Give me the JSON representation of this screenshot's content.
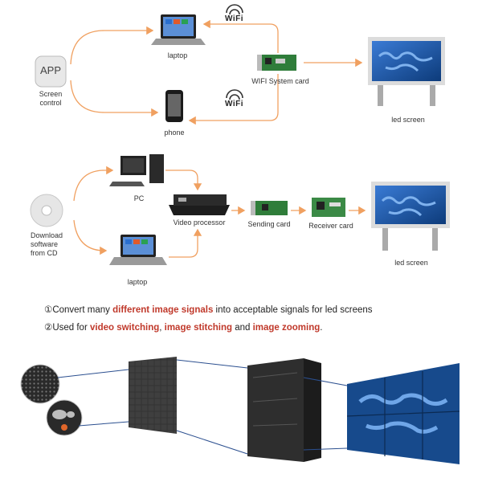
{
  "top_flow": {
    "app_icon_text": "APP",
    "screen_control": [
      "Screen",
      "control"
    ],
    "laptop": "laptop",
    "phone": "phone",
    "wifi_top": "WiFi",
    "wifi_bottom": "WiFi",
    "wifi_card": "WIFI System card",
    "led_screen": "led screen"
  },
  "middle_flow": {
    "download": [
      "Download",
      "software",
      "from CD"
    ],
    "pc": "PC",
    "laptop": "laptop",
    "video_processor": "Video processor",
    "sending_card": "Sending card",
    "receiver_card": "Receiver card",
    "led_screen": "led screen"
  },
  "notes": {
    "line1": {
      "marker": "①",
      "pre": "Convert many ",
      "highlight": "different image signals",
      "post": " into acceptable signals for led screens"
    },
    "line2": {
      "marker": "②",
      "pre": "Used for ",
      "h1": "video switching",
      "mid1": ", ",
      "h2": "image stitching",
      "mid2": " and ",
      "h3": "image zooming",
      "post": "."
    }
  },
  "colors": {
    "arrow": "#f0a060",
    "highlight": "#c0392b",
    "screen_blue": "#1f5fa8",
    "cabinet": "#3a3a3a"
  }
}
